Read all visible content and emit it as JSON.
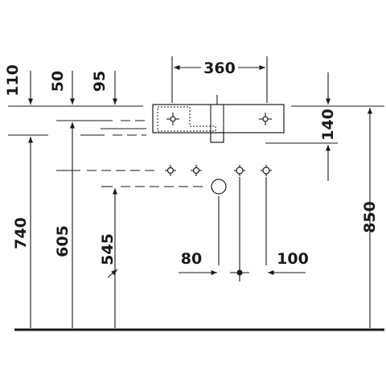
{
  "drawing": {
    "dimensions": {
      "top_width": "360",
      "rim_110": "110",
      "rim_50": "50",
      "rim_95": "95",
      "depth_140": "140",
      "height_740": "740",
      "height_605": "605",
      "height_545": "545",
      "height_850": "850",
      "offset_80": "80",
      "offset_100": "100"
    }
  }
}
